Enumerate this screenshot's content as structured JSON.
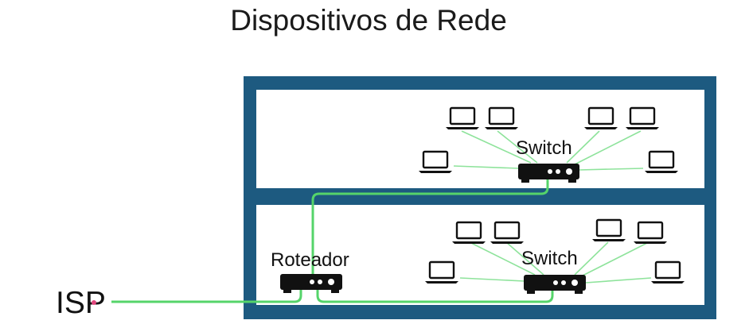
{
  "title": "Dispositivos de Rede",
  "labels": {
    "isp": "ISP",
    "router": "Roteador",
    "switch_top": "Switch",
    "switch_bottom": "Switch"
  },
  "icons": {
    "laptop": "laptop-icon",
    "switch": "switch-icon",
    "router": "router-icon"
  },
  "colors": {
    "building_frame": "#1d5a80",
    "cable": "#55d46a",
    "cable_light": "#9fe6a8",
    "device": "#111111",
    "background": "#ffffff"
  }
}
